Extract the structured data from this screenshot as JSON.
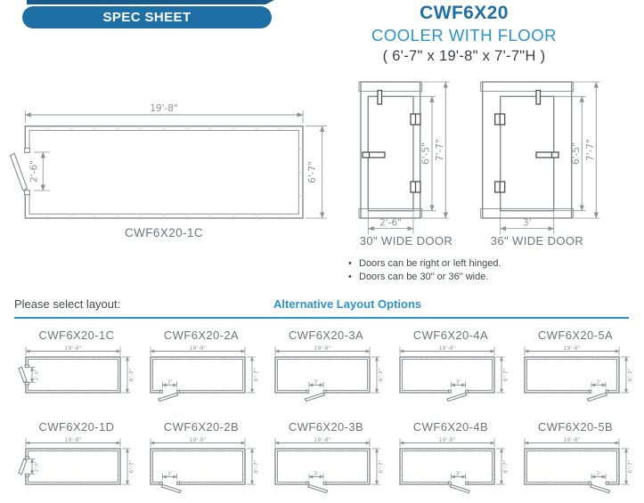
{
  "banner": {
    "label": "SPEC SHEET"
  },
  "header": {
    "model": "CWF6X20",
    "product": "COOLER WITH FLOOR",
    "dimensions": "( 6'-7\" x 19'-8\" x 7'-7\"H )"
  },
  "plan": {
    "width_label": "19'-8\"",
    "depth_label": "6'-7\"",
    "door_label": "2'-6\"",
    "caption": "CWF6X20-1C"
  },
  "doors": [
    {
      "door_height_label": "6'-5\"",
      "overall_height_label": "7'-7\"",
      "width_label": "2'-6\"",
      "caption": "30\" WIDE DOOR"
    },
    {
      "door_height_label": "6'-5\"",
      "overall_height_label": "7'-7\"",
      "width_label": "3'",
      "caption": "36\" WIDE DOOR"
    }
  ],
  "notes": [
    "Doors can be right or left hinged.",
    "Doors can be 30\" or 36\" wide."
  ],
  "layout_section": {
    "prompt": "Please select layout:",
    "title": "Alternative Layout Options"
  },
  "layout_options": {
    "width_label": "19'-8\"",
    "depth_label": "6'-7\"",
    "rows": [
      [
        {
          "id": "CWF6X20-1C",
          "door_side": "left",
          "door_label": "2'-6\"",
          "swing": "up"
        },
        {
          "id": "CWF6X20-2A",
          "door_side": "bottom",
          "door_label": "3'",
          "pos": 0.125,
          "swing": "left"
        },
        {
          "id": "CWF6X20-3A",
          "door_side": "bottom",
          "door_label": "3'",
          "pos": 0.37,
          "swing": "left"
        },
        {
          "id": "CWF6X20-4A",
          "door_side": "bottom",
          "door_label": "3'",
          "pos": 0.565,
          "swing": "left"
        },
        {
          "id": "CWF6X20-5A",
          "door_side": "bottom",
          "door_label": "3'",
          "pos": 0.74,
          "swing": "left"
        }
      ],
      [
        {
          "id": "CWF6X20-1D",
          "door_side": "left",
          "door_label": "2'-6\"",
          "swing": "down"
        },
        {
          "id": "CWF6X20-2B",
          "door_side": "bottom",
          "door_label": "3'",
          "pos": 0.125,
          "swing": "right"
        },
        {
          "id": "CWF6X20-3B",
          "door_side": "bottom",
          "door_label": "3'",
          "pos": 0.37,
          "swing": "right"
        },
        {
          "id": "CWF6X20-4B",
          "door_side": "bottom",
          "door_label": "3'",
          "pos": 0.565,
          "swing": "right"
        },
        {
          "id": "CWF6X20-5B",
          "door_side": "bottom",
          "door_label": "3'",
          "pos": 0.74,
          "swing": "right"
        }
      ]
    ]
  },
  "colors": {
    "ribbon_blue": "#195a8c",
    "brand_blue": "#1d6fa5",
    "accent_blue": "#2e93cc",
    "drawing_gray": "#85898d",
    "label_gray": "#6f747a",
    "text_dark": "#3a3e44"
  }
}
